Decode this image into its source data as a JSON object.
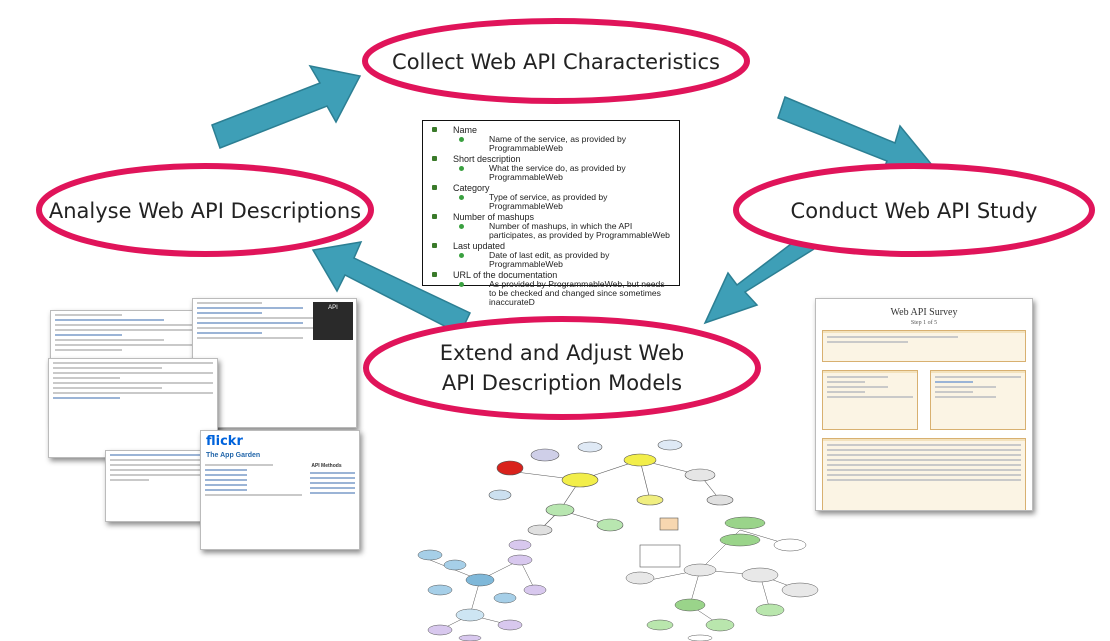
{
  "process": {
    "collect": "Collect Web API Characteristics",
    "conduct": "Conduct Web API Study",
    "extend_line1": "Extend and Adjust Web",
    "extend_line2": "API Description Models",
    "analyse": "Analyse Web API Descriptions"
  },
  "characteristics": [
    {
      "name": "Name",
      "desc": "Name of the service, as provided by ProgrammableWeb"
    },
    {
      "name": "Short description",
      "desc": "What the service do, as provided by ProgrammableWeb"
    },
    {
      "name": "Category",
      "desc": "Type of service, as provided by ProgrammableWeb"
    },
    {
      "name": "Number of mashups",
      "desc": "Number of mashups, in which the API participates, as provided by ProgrammableWeb"
    },
    {
      "name": "Last updated",
      "desc": "Date of last edit, as provided by ProgrammableWeb"
    },
    {
      "name": "URL of the documentation",
      "desc": "As provided by ProgrammableWeb, but needs to be checked and changed since sometimes inaccurateD"
    }
  ],
  "survey": {
    "title": "Web API Survey",
    "step": "Step 1 of 5"
  },
  "flickr": {
    "logo_part1": "flickr",
    "logo_part2": "",
    "heading": "The App Garden",
    "side_heading": "API Methods"
  },
  "delicious": {
    "badge": "API"
  },
  "colors": {
    "ellipse_stroke": "#e0145a",
    "arrow_fill": "#3e9fb7",
    "arrow_stroke": "#2c7f93"
  }
}
